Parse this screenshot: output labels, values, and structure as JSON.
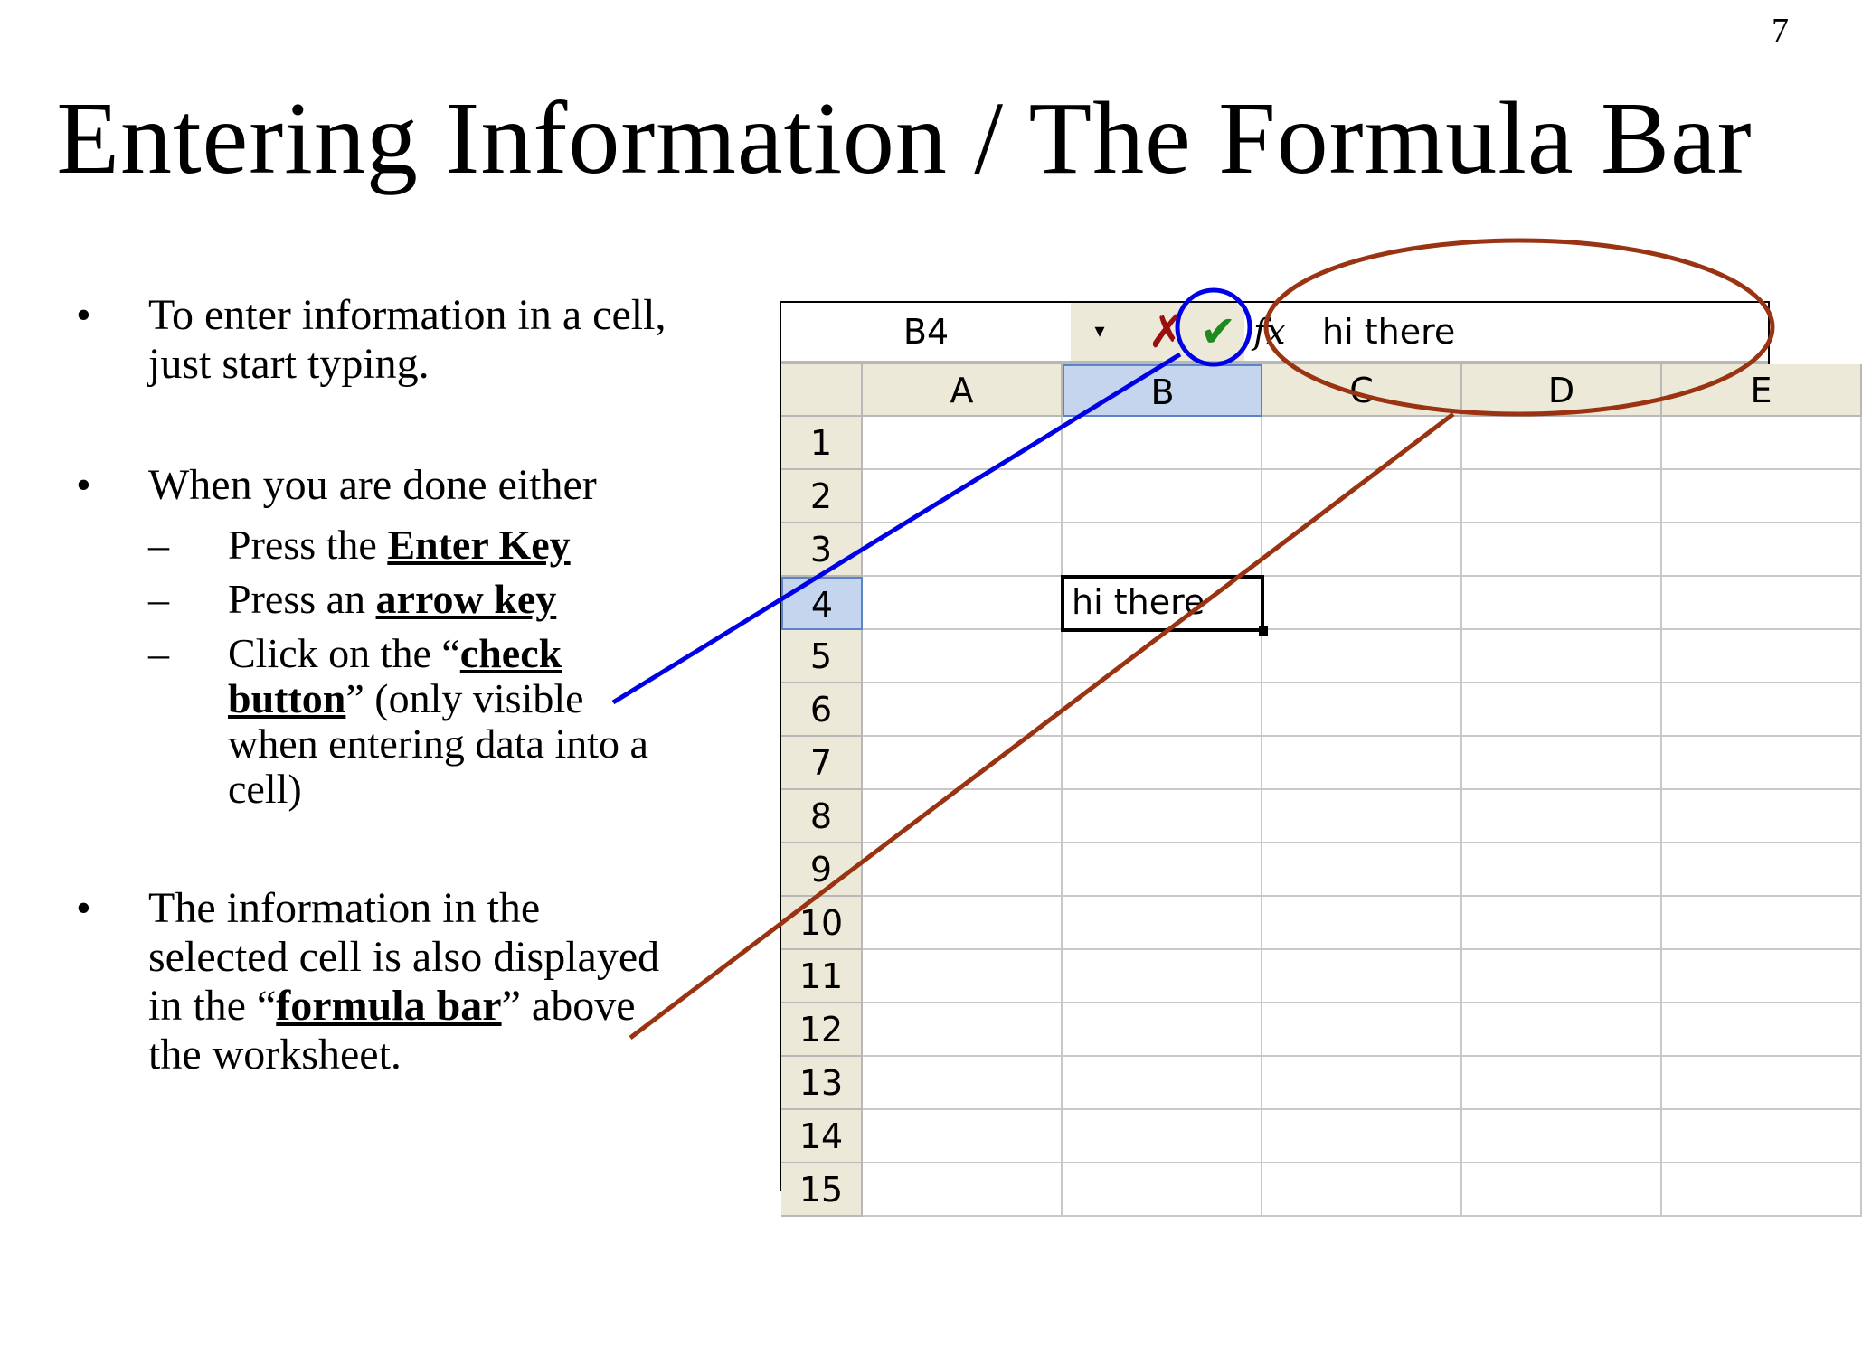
{
  "page_number": "7",
  "title": "Entering Information / The Formula Bar",
  "bullets": {
    "b1": "To enter information in a cell, just start typing.",
    "b2": "When you are done either",
    "sub": [
      {
        "pre": "Press the ",
        "em": "Enter Key",
        "post": ""
      },
      {
        "pre": "Press an ",
        "em": "arrow key",
        "post": ""
      },
      {
        "pre": "Click on the “",
        "em": "check button",
        "post": "” (only visible when entering data into a cell)"
      }
    ],
    "b3_pre": "The information in the selected cell is also displayed in the “",
    "b3_em": "formula bar",
    "b3_post": "” above the worksheet.",
    "bullet_char": "•",
    "dash_char": "–"
  },
  "spreadsheet": {
    "name_box": "B4",
    "formula_content": "hi there",
    "fx_label": "fx",
    "cancel_icon": "✗",
    "enter_icon": "✔",
    "dropdown_icon": "▾",
    "columns": [
      "A",
      "B",
      "C",
      "D",
      "E"
    ],
    "rows": [
      "1",
      "2",
      "3",
      "4",
      "5",
      "6",
      "7",
      "8",
      "9",
      "10",
      "11",
      "12",
      "13",
      "14",
      "15"
    ],
    "selected_column": "B",
    "selected_row": "4",
    "active_cell_value": "hi there",
    "header_color": "#ece9d8",
    "selected_header_color": "#c5d5ee"
  },
  "annotations": {
    "check_callout_color": "#0000e6",
    "formula_callout_color": "#993311"
  }
}
